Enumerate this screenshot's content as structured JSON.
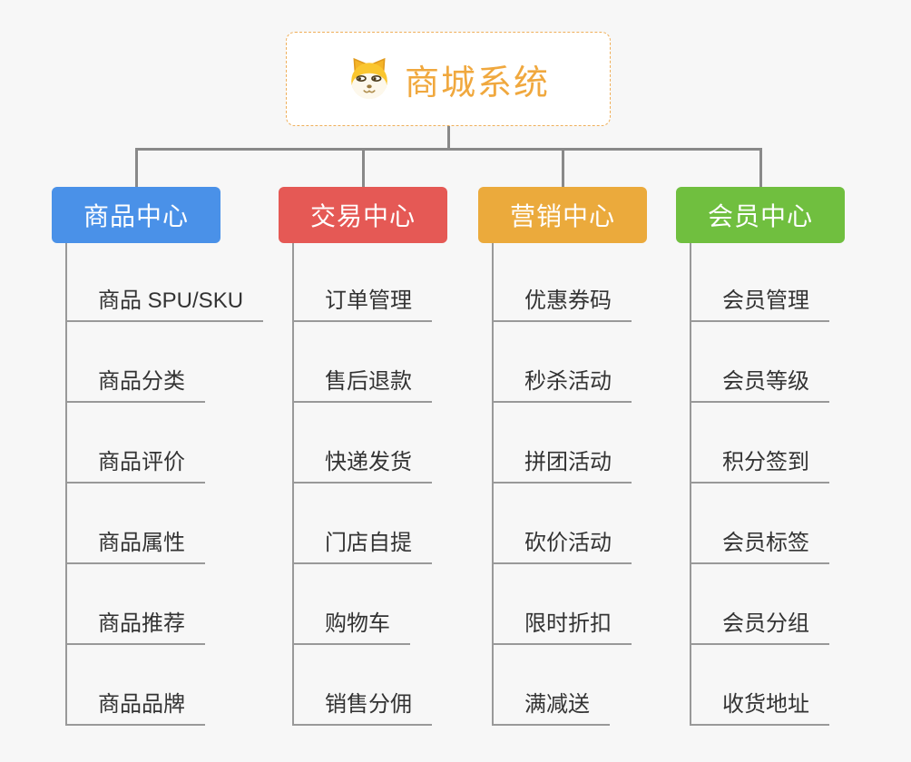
{
  "root": {
    "title": "商城系统",
    "icon": "shiba-dog-icon"
  },
  "branches": [
    {
      "label": "商品中心",
      "color": "#4A91E8",
      "children": [
        "商品 SPU/SKU",
        "商品分类",
        "商品评价",
        "商品属性",
        "商品推荐",
        "商品品牌"
      ]
    },
    {
      "label": "交易中心",
      "color": "#E55955",
      "children": [
        "订单管理",
        "售后退款",
        "快递发货",
        "门店自提",
        "购物车",
        "销售分佣"
      ]
    },
    {
      "label": "营销中心",
      "color": "#EBAA3C",
      "children": [
        "优惠券码",
        "秒杀活动",
        "拼团活动",
        "砍价活动",
        "限时折扣",
        "满减送"
      ]
    },
    {
      "label": "会员中心",
      "color": "#70BF3F",
      "children": [
        "会员管理",
        "会员等级",
        "积分签到",
        "会员标签",
        "会员分组",
        "收货地址"
      ]
    }
  ],
  "theme": {
    "background": "#F7F7F7",
    "root_accent": "#F0A83E",
    "root_border": "#EFAF5A",
    "connector_color": "#898989",
    "leaf_line_color": "#999999",
    "leaf_text_color": "#333333"
  }
}
